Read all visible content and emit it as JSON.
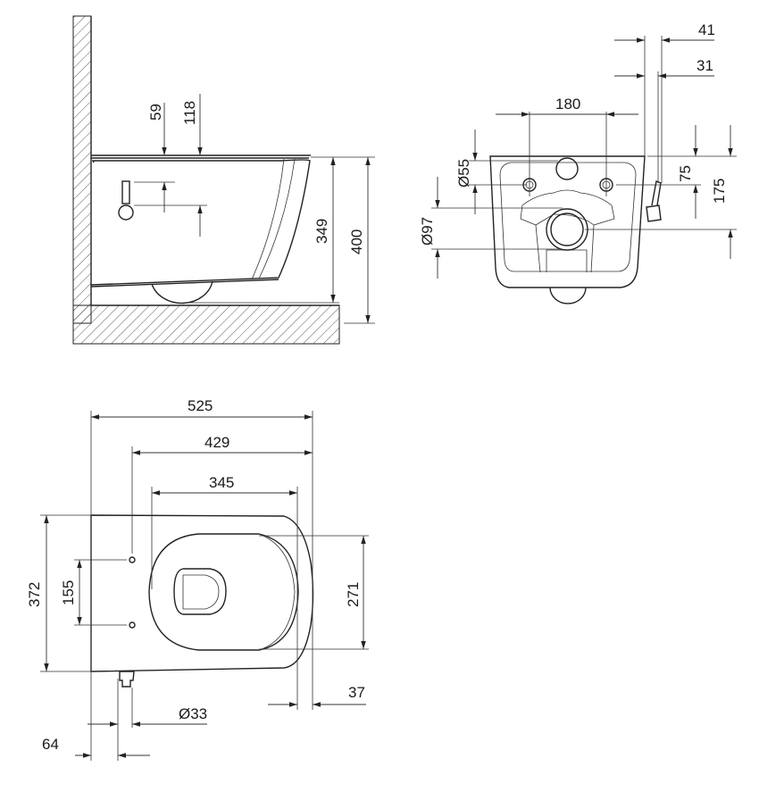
{
  "side_view": {
    "dim_flush_offset": "59",
    "dim_flush_height": "118",
    "dim_bowl_height": "349",
    "dim_total_height": "400"
  },
  "front_view": {
    "dim_side_41": "41",
    "dim_side_31": "31",
    "dim_bolt_spacing": "180",
    "dim_inlet_diameter": "Ø55",
    "dim_outlet_diameter": "Ø97",
    "dim_bolt_height": "75",
    "dim_outlet_height": "175"
  },
  "top_view": {
    "dim_length_total": "525",
    "dim_length_429": "429",
    "dim_seat_length": "345",
    "dim_width_total": "372",
    "dim_bolt_spacing": "155",
    "dim_seat_width": "271",
    "dim_front_offset": "37",
    "dim_connector_diameter": "Ø33",
    "dim_connector_offset": "64"
  }
}
